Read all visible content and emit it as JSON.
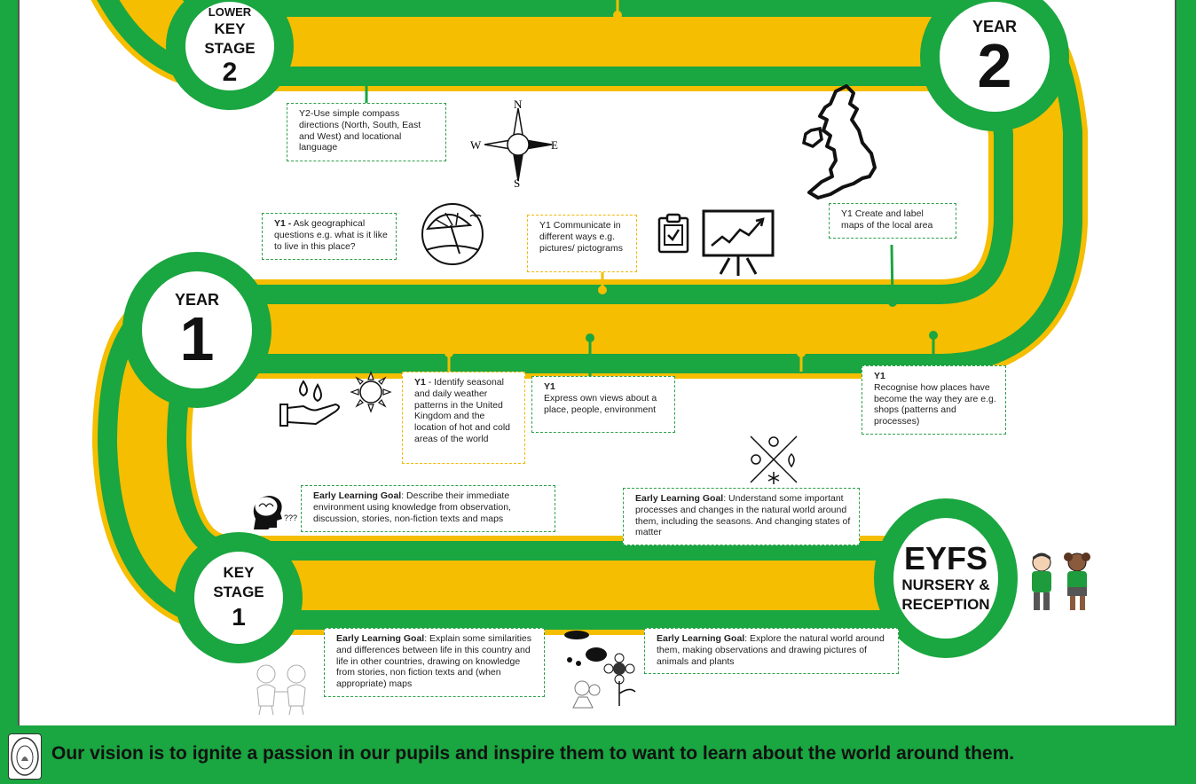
{
  "stages": {
    "lks2": {
      "line1": "LOWER",
      "line2": "KEY",
      "line3": "STAGE",
      "num": "2"
    },
    "year2": {
      "label": "YEAR",
      "num": "2"
    },
    "year1": {
      "label": "YEAR",
      "num": "1"
    },
    "ks1": {
      "line1": "KEY",
      "line2": "STAGE",
      "num": "1"
    },
    "eyfs": {
      "title": "EYFS",
      "line1": "NURSERY &",
      "line2": "RECEPTION"
    }
  },
  "boxes": {
    "y2_compass": "Y2-Use simple compass directions (North, South, East and West) and locational language",
    "y1_ask_b": "Y1 -",
    "y1_ask": " Ask geographical questions e.g. what is it like to live in this place?",
    "y1_communicate": "Y1 Communicate in different ways e.g. pictures/ pictograms",
    "y1_maps": "Y1 Create and label maps of the local area",
    "y1_weather_b": "Y1",
    "y1_weather": " - Identify seasonal and daily weather patterns in the United Kingdom and the location of hot and cold areas of the world",
    "y1_views_b": "Y1",
    "y1_views": "Express own views about a place, people, environment",
    "y1_recognise_b": "Y1",
    "y1_recognise": "Recognise how places have become the way they are e.g. shops (patterns and processes)",
    "elg_label": "Early Learning Goal",
    "elg_environment": ": Describe their immediate environment using knowledge from observation, discussion, stories, non-fiction texts and maps",
    "elg_processes": ":  Understand some important processes and changes in the natural world around them, including the seasons. And changing states of matter",
    "elg_similarities": ": Explain some similarities and differences between life in this country and life in other countries, drawing on knowledge from stories, non fiction texts and (when appropriate) maps",
    "elg_natural": ": Explore the natural world around them, making observations and drawing pictures of animals and plants"
  },
  "compass": {
    "n": "N",
    "s": "S",
    "e": "E",
    "w": "W"
  },
  "footer": {
    "vision": "Our vision is to ignite a passion in our pupils and inspire them to want to learn about the world around them."
  },
  "colors": {
    "green": "#1aa640",
    "yellow": "#f5be00",
    "white": "#ffffff"
  },
  "icons": [
    "compass-icon",
    "uk-map-icon",
    "beach-umbrella-icon",
    "clipboard-icon",
    "chart-presentation-icon",
    "water-hand-icon",
    "sun-icon",
    "seasons-icon",
    "thinking-head-icon",
    "pupils-icon",
    "children-drawing-icon",
    "animals-flowers-icon",
    "school-logo-icon"
  ]
}
